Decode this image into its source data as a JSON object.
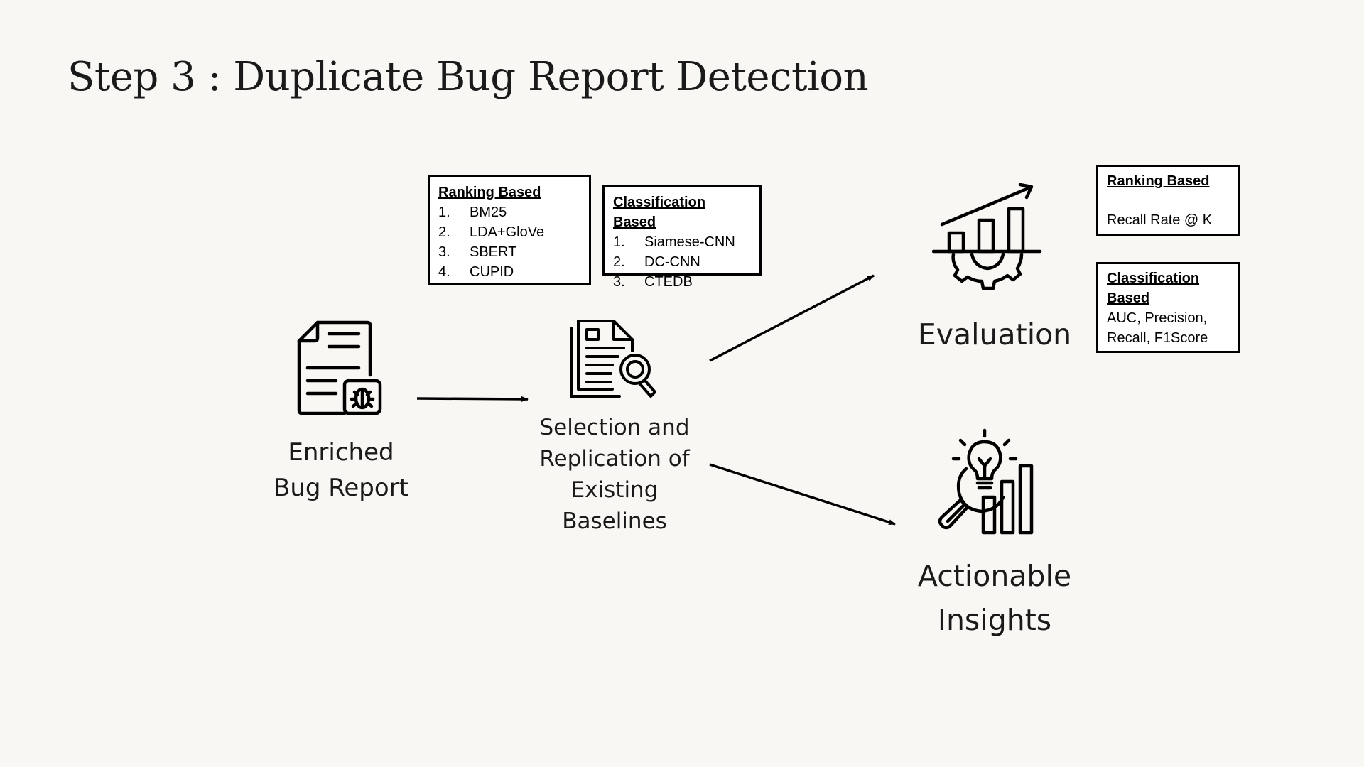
{
  "slide": {
    "title": "Step 3 : Duplicate Bug Report Detection"
  },
  "nodes": {
    "enriched": {
      "line1": "Enriched",
      "line2": "Bug Report",
      "icon": "bug-report-document-icon"
    },
    "selection": {
      "line1": "Selection and",
      "line2": "Replication of",
      "line3": "Existing",
      "line4": "Baselines",
      "icon": "document-search-icon"
    },
    "evaluation": {
      "label": "Evaluation",
      "icon": "chart-gear-icon"
    },
    "insights": {
      "line1": "Actionable",
      "line2": "Insights",
      "icon": "lightbulb-analytics-icon"
    }
  },
  "baselines": {
    "ranking": {
      "heading": "Ranking Based",
      "items": [
        {
          "num": "1.",
          "text": "BM25"
        },
        {
          "num": "2.",
          "text": "LDA+GloVe"
        },
        {
          "num": "3.",
          "text": "SBERT"
        },
        {
          "num": "4.",
          "text": "CUPID"
        }
      ]
    },
    "classification": {
      "heading": "Classification Based",
      "items": [
        {
          "num": "1.",
          "text": "Siamese-CNN"
        },
        {
          "num": "2.",
          "text": "DC-CNN"
        },
        {
          "num": "3.",
          "text": "CTEDB"
        }
      ]
    }
  },
  "evaluation_metrics": {
    "ranking": {
      "heading": "Ranking Based",
      "metric": "Recall Rate @ K"
    },
    "classification": {
      "heading": "Classification Based",
      "line1": "AUC, Precision,",
      "line2": "Recall, F1Score"
    }
  },
  "colors": {
    "background": "#f9f7f4",
    "ink": "#111111",
    "box_fill": "#ffffff"
  }
}
